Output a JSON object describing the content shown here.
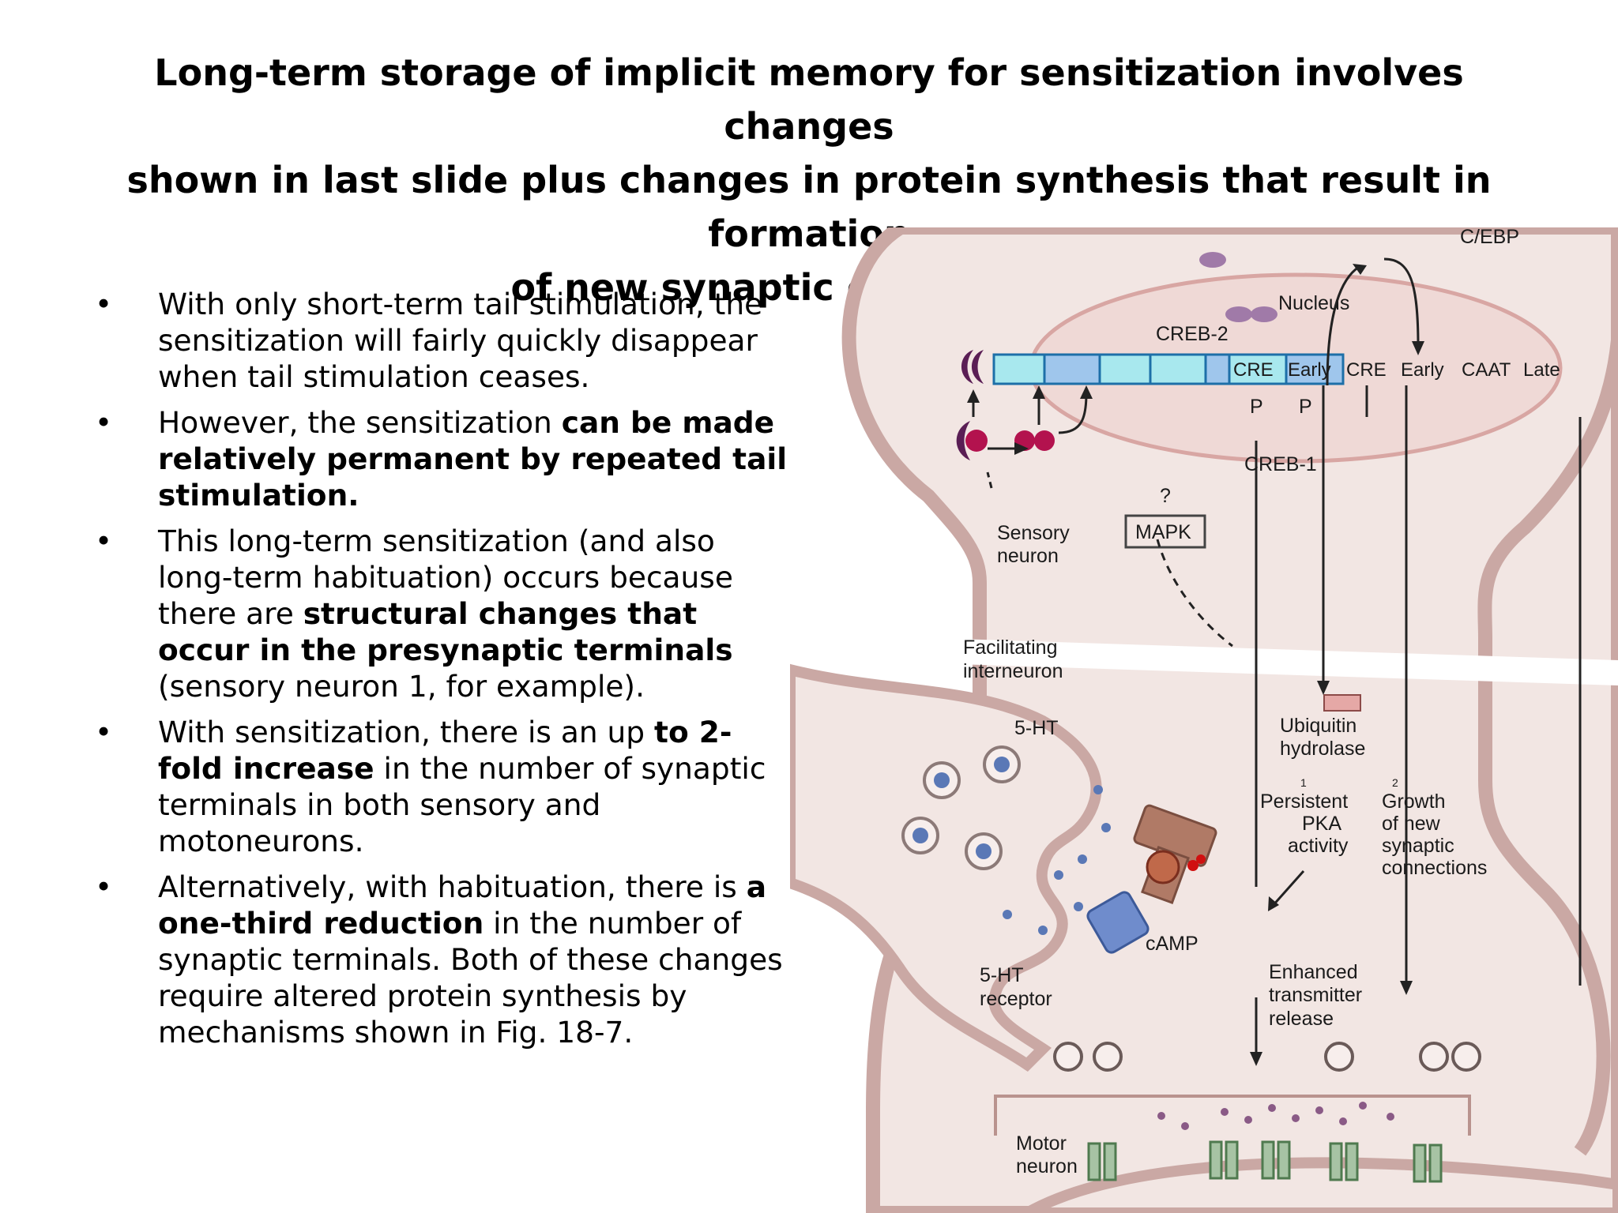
{
  "title": {
    "lines": [
      "Long-term storage of implicit memory for sensitization involves changes",
      "shown in last slide plus changes in protein synthesis that result in formation",
      "of new synaptic connections."
    ]
  },
  "bullets": [
    {
      "parts": [
        {
          "text": "With only short-term tail stimulation, the sensitization will fairly quickly disappear when tail stimulation ceases.",
          "bold": false
        }
      ]
    },
    {
      "parts": [
        {
          "text": "However, the sensitization ",
          "bold": false
        },
        {
          "text": "can be made relatively permanent by repeated tail stimulation.",
          "bold": true
        }
      ]
    },
    {
      "parts": [
        {
          "text": "This long-term sensitization (and also long-term habituation) occurs because there are ",
          "bold": false
        },
        {
          "text": "structural changes that occur in the presynaptic terminals",
          "bold": true
        },
        {
          "text": " (sensory neuron 1, for example).",
          "bold": false
        }
      ]
    },
    {
      "parts": [
        {
          "text": "With sensitization, there is an up ",
          "bold": false
        },
        {
          "text": "to 2-fold increase",
          "bold": true
        },
        {
          "text": " in the number of synaptic terminals in both sensory and motoneurons.",
          "bold": false
        }
      ]
    },
    {
      "parts": [
        {
          "text": "Alternatively, with habituation, there is ",
          "bold": false
        },
        {
          "text": "a one-third reduction",
          "bold": true
        },
        {
          "text": " in the number of synaptic terminals. Both of these changes require altered protein synthesis by mechanisms shown in Fig. 18-7.",
          "bold": false
        }
      ]
    }
  ],
  "diagram": {
    "labels": {
      "c_ebp": "C/EBP",
      "nucleus": "Nucleus",
      "creb2": "CREB-2",
      "cre1": "CRE",
      "early1": "Early",
      "cre2": "CRE",
      "early2": "Early",
      "caat": "CAAT",
      "late": "Late",
      "p1": "P",
      "p2": "P",
      "creb1": "CREB-1",
      "question": "?",
      "mapk": "MAPK",
      "sensory_1": "Sensory",
      "sensory_2": "neuron",
      "facilitating_1": "Facilitating",
      "facilitating_2": "interneuron",
      "ht5": "5-HT",
      "ubiquitin_1": "Ubiquitin",
      "ubiquitin_2": "hydrolase",
      "num1": "1",
      "num2": "2",
      "pka_1": "Persistent",
      "pka_2": "PKA",
      "pka_3": "activity",
      "growth_1": "Growth",
      "growth_2": "of new",
      "growth_3": "synaptic",
      "growth_4": "connections",
      "camp": "cAMP",
      "receptor_1": "5-HT",
      "receptor_2": "receptor",
      "enhanced_1": "Enhanced",
      "enhanced_2": "transmitter",
      "enhanced_3": "release",
      "motor_1": "Motor",
      "motor_2": "neuron"
    },
    "colors": {
      "membrane": "#caa8a4",
      "cytoplasm": "#f2e6e3",
      "nucleus_fill": "#efd9d6",
      "box_cyan": "#a8e8ee",
      "box_blue": "#9fc6ec",
      "creb": "#b3124e",
      "creb2": "#5a1e55",
      "c_ebp": "#a07aa8",
      "vesicle_dots": "#5a78b6",
      "channel_blue": "#6f8ccc",
      "kinase_brown": "#b07a66",
      "receptor_green": "#a7c3a4"
    }
  }
}
